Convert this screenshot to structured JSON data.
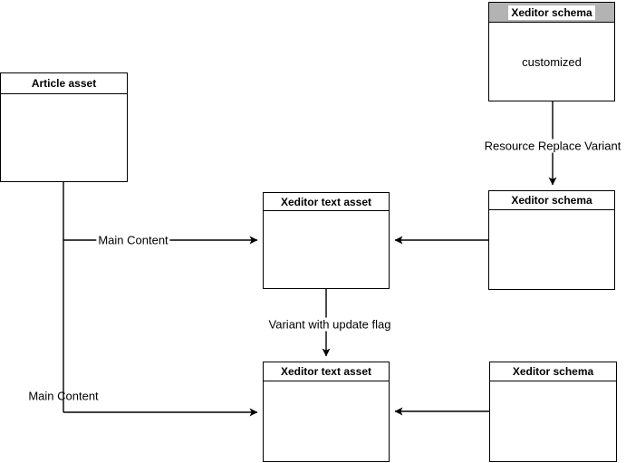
{
  "diagram": {
    "background": "#ffffff",
    "stroke_color": "#000000",
    "highlight_header_bg": "#b3b3b3",
    "nodes": {
      "article": {
        "title": "Article asset",
        "body": ""
      },
      "schema_custom": {
        "title": "Xeditor schema",
        "body": "customized"
      },
      "text_mid": {
        "title": "Xeditor text asset",
        "body": ""
      },
      "schema_mid": {
        "title": "Xeditor schema",
        "body": ""
      },
      "text_bottom": {
        "title": "Xeditor text asset",
        "body": ""
      },
      "schema_bottom": {
        "title": "Xeditor schema",
        "body": ""
      }
    },
    "edge_labels": {
      "resource_replace_variant": "Resource Replace Variant",
      "main_content_top": "Main Content",
      "main_content_bottom": "Main Content",
      "variant_update_flag": "Variant with update flag"
    }
  }
}
